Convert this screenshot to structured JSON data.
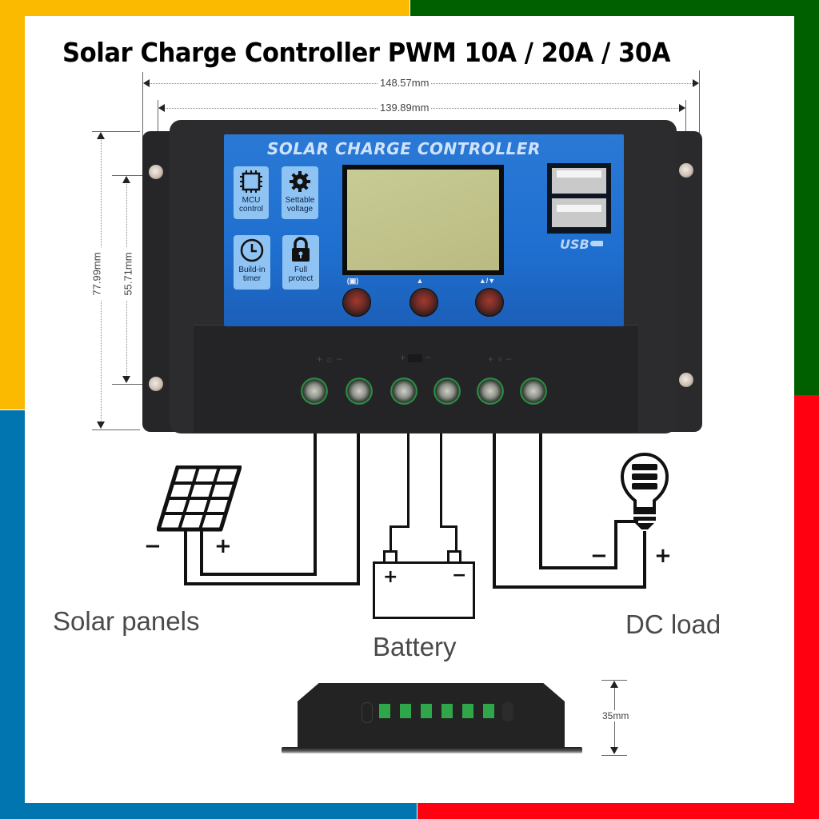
{
  "title": "Solar Charge Controller PWM 10A / 20A / 30A",
  "frame_colors": {
    "top_left": "#fbb900",
    "top_right": "#006000",
    "bottom_left": "#0175b0",
    "bottom_right": "#ff0010"
  },
  "dimensions": {
    "overall_width": "148.57mm",
    "hole_spacing_width": "139.89mm",
    "overall_height": "77.99mm",
    "hole_spacing_height": "55.71mm",
    "depth": "35mm"
  },
  "controller": {
    "panel_title": "SOLAR CHARGE CONTROLLER",
    "features": [
      {
        "icon": "chip-icon",
        "line1": "MCU",
        "line2": "control"
      },
      {
        "icon": "gear-icon",
        "line1": "Settable",
        "line2": "voltage"
      },
      {
        "icon": "clock-icon",
        "line1": "Build-in",
        "line2": "timer"
      },
      {
        "icon": "lock-icon",
        "line1": "Full",
        "line2": "protect"
      }
    ],
    "buttons": [
      {
        "label": "(▣)",
        "name": "menu"
      },
      {
        "label": "▲",
        "name": "up"
      },
      {
        "label": "▲/▼",
        "name": "up-down"
      }
    ],
    "usb_label": "USB",
    "terminal_count": 6,
    "terminal_groups": [
      "solar",
      "battery",
      "load"
    ]
  },
  "wiring": {
    "solar_label": "Solar panels",
    "battery_label": "Battery",
    "load_label": "DC load",
    "plus": "+",
    "minus": "−"
  },
  "colors": {
    "panel_blue": "#1f6fd0",
    "body": "#2a2a2c",
    "terminal_green": "#2e9a48"
  }
}
